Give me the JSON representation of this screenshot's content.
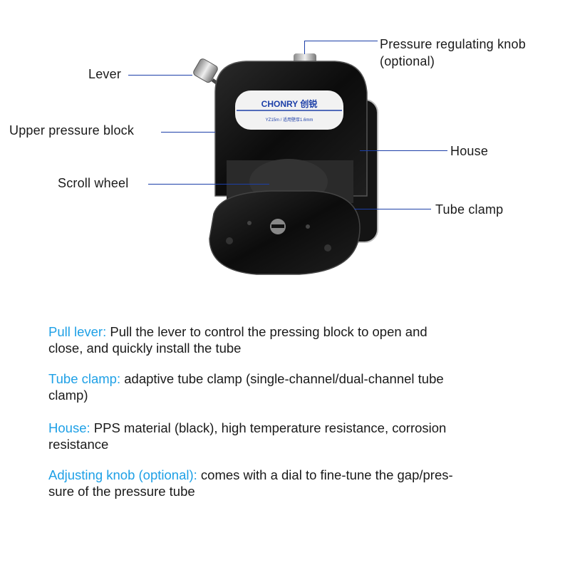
{
  "product": {
    "logo": "CHONRY 创锐",
    "model_label": "YZ15m / 适用壁厚1.6mm"
  },
  "callouts": {
    "lever": "Lever",
    "upper_pressure_block": "Upper pressure block",
    "scroll_wheel": "Scroll wheel",
    "pressure_knob_line1": "Pressure regulating knob",
    "pressure_knob_line2": "(optional)",
    "house": "House",
    "tube_clamp": "Tube clamp"
  },
  "descriptions": [
    {
      "label": "Pull lever:",
      "lines": [
        " Pull the lever to control the pressing block to open and",
        "close, and quickly install the tube"
      ]
    },
    {
      "label": "Tube clamp:",
      "lines": [
        " adaptive tube clamp (single-channel/dual-channel tube",
        "clamp)"
      ]
    },
    {
      "label": "House:",
      "lines": [
        " PPS material (black), high temperature resistance, corrosion",
        "resistance"
      ]
    },
    {
      "label": "Adjusting knob (optional):",
      "lines": [
        " comes with a dial to fine-tune the gap/pres-",
        "sure of the pressure tube"
      ]
    }
  ],
  "colors": {
    "label_accent": "#1ea0e6",
    "leader_line": "#1c3fa8"
  }
}
